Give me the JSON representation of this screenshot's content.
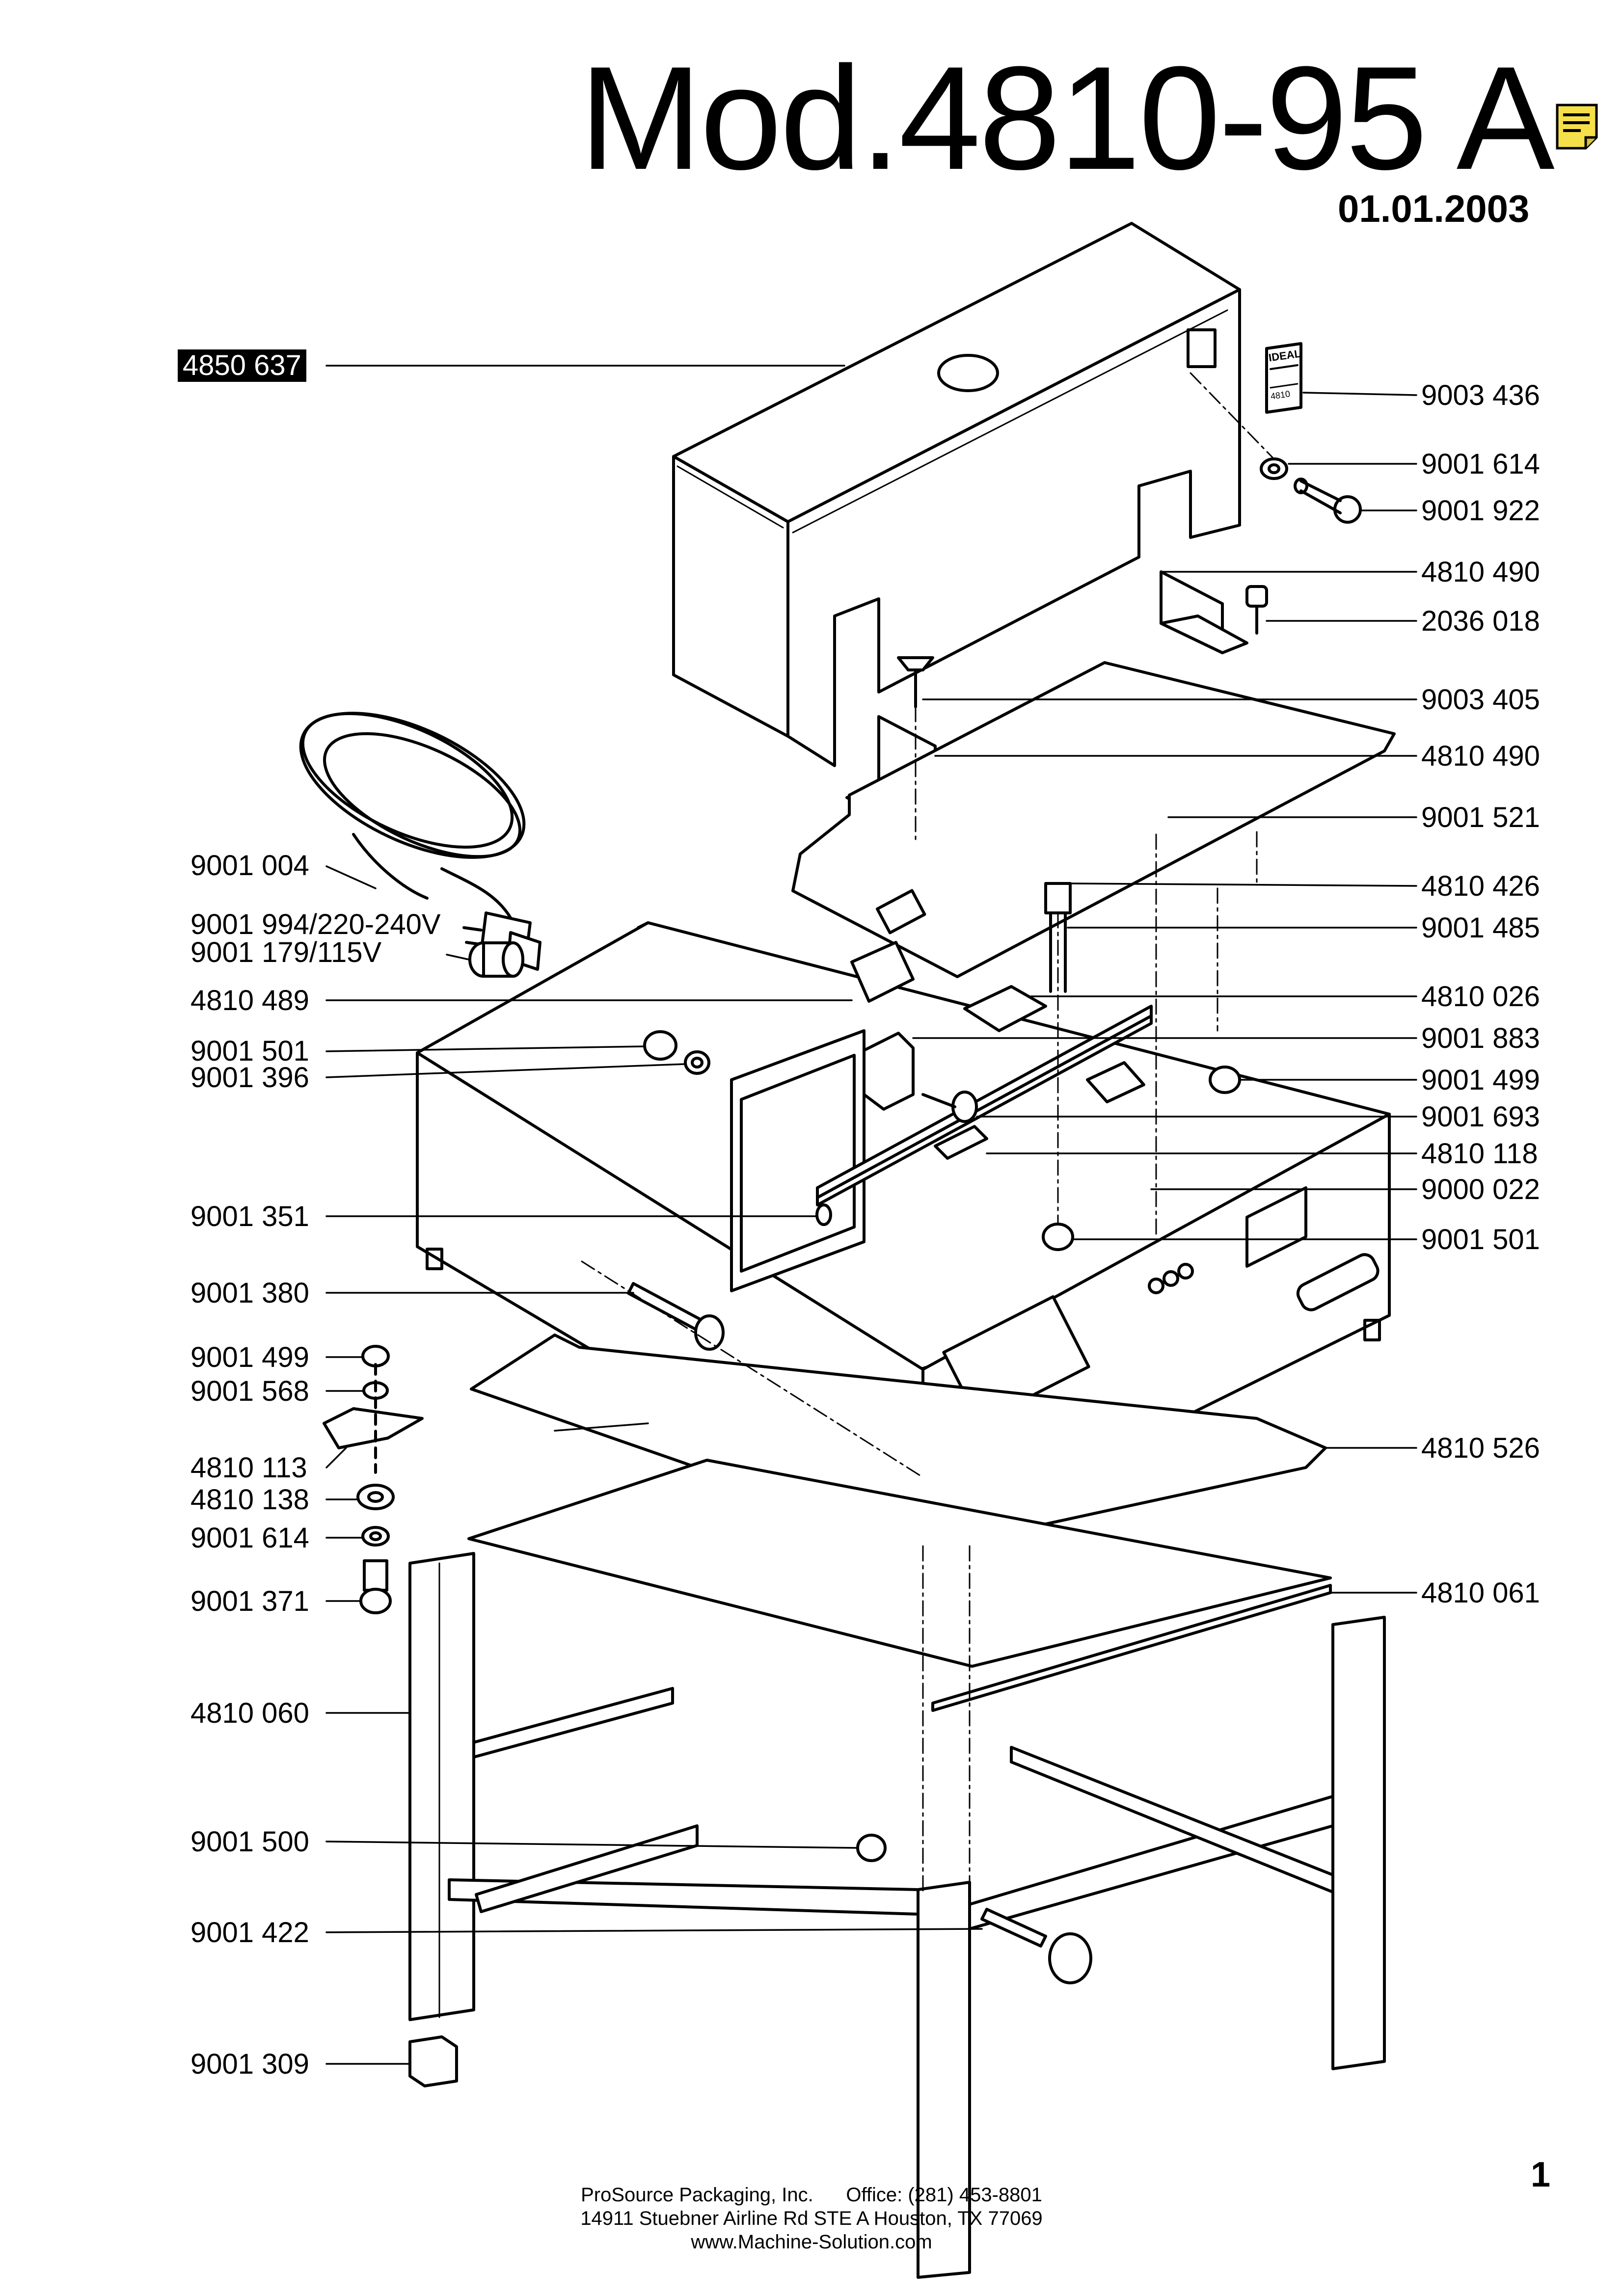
{
  "header": {
    "title": "Mod.4810-95 A",
    "date": "01.01.2003"
  },
  "icons": {
    "note": "note-icon"
  },
  "labels_left": [
    "4850 637",
    "9001 004",
    "9001 994/220-240V",
    "9001 179/115V",
    "4810 489",
    "9001 501",
    "9001 396",
    "9001 351",
    "9001 380",
    "9001 499",
    "9001 568",
    "4810 113",
    "4810 138",
    "9001 614",
    "9001 371",
    "4810 060",
    "9001 500",
    "9001 422",
    "9001 309"
  ],
  "labels_right": [
    "9003 436",
    "9001 614",
    "9001 922",
    "4810 490",
    "2036 018",
    "9003 405",
    "4810 490",
    "9001 521",
    "4810 426",
    "9001 485",
    "4810 026",
    "9001 883",
    "9001 499",
    "9001 693",
    "4810 118",
    "9000 022",
    "9001 501",
    "4810 526",
    "4810 061"
  ],
  "nameplate": {
    "brand": "IDEAL",
    "model": "4810"
  },
  "page_number": "1",
  "footer": {
    "line1": "ProSource Packaging, Inc.      Office: (281) 453-8801",
    "line2": "14911 Stuebner Airline Rd STE A Houston, TX 77069",
    "line3": "www.Machine-Solution.com"
  }
}
